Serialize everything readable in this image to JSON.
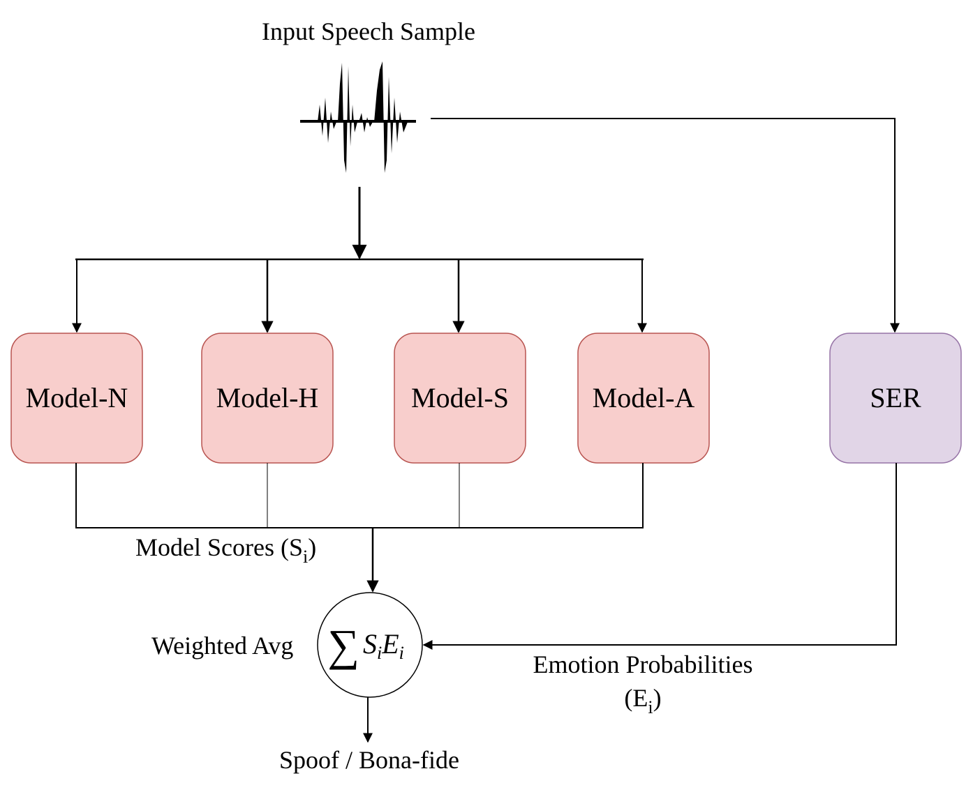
{
  "diagram": {
    "input": {
      "title": "Input Speech Sample",
      "icon": "waveform-icon"
    },
    "models": [
      {
        "id": "model-n",
        "label": "Model-N"
      },
      {
        "id": "model-h",
        "label": "Model-H"
      },
      {
        "id": "model-s",
        "label": "Model-S"
      },
      {
        "id": "model-a",
        "label": "Model-A"
      }
    ],
    "ser": {
      "label": "SER"
    },
    "scores_label": {
      "text": "Model Scores (S",
      "sub": "i",
      "close": ")"
    },
    "emotion_label": {
      "line1": "Emotion Probabilities",
      "line2_open": "(E",
      "line2_sub": "i",
      "line2_close": ")"
    },
    "weighted_avg_label": "Weighted Avg",
    "formula": {
      "sum_symbol": "∑",
      "s": "S",
      "s_sub": "i",
      "e": "E",
      "e_sub": "i"
    },
    "output_label": "Spoof / Bona-fide",
    "colors": {
      "model_fill": "#f8cecc",
      "model_stroke": "#b85450",
      "ser_fill": "#e1d5e7",
      "ser_stroke": "#9673a6",
      "line": "#000000"
    }
  }
}
